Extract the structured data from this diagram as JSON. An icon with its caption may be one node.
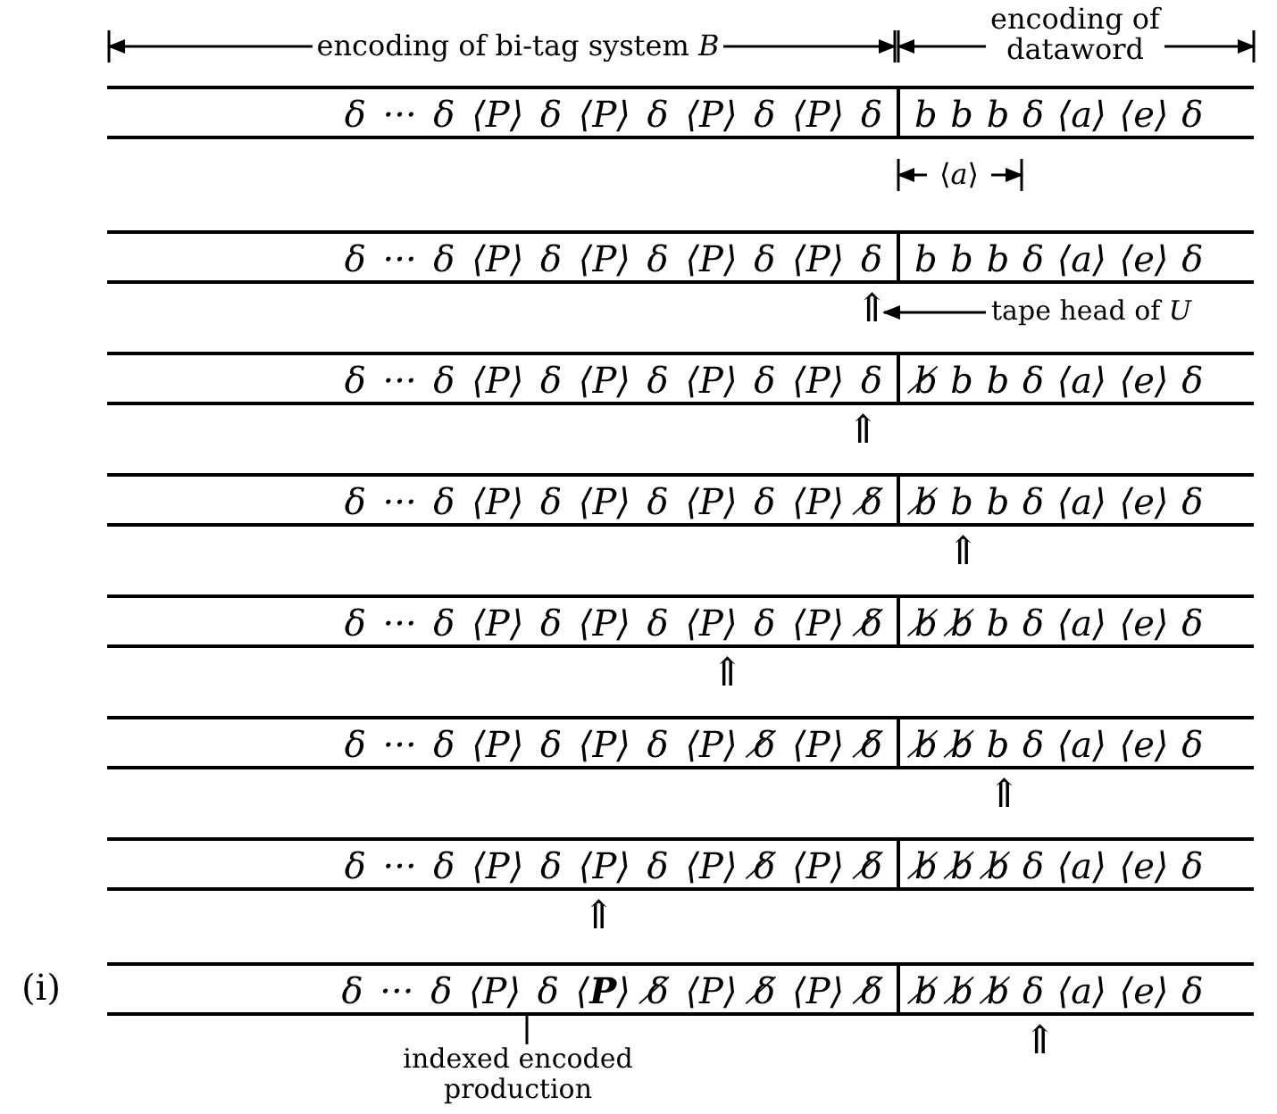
{
  "diagram": {
    "nodes": [
      {
        "text": [
          "δ ··· δ ⟨P⟩ δ ⟨P⟩ δ ⟨P⟩ δ ⟨P⟩ δ",
          "b b b δ ⟨a⟩ ⟨e⟩ δ"
        ]
      },
      {
        "text": [
          "δ ··· δ ⟨P⟩ δ ⟨P⟩ δ ⟨P⟩ δ ⟨P⟩ δ",
          "b b b δ ⟨a⟩ ⟨e⟩ δ"
        ]
      },
      {
        "text": [
          "δ ··· δ ⟨P⟩ δ ⟨P⟩ δ ⟨P⟩ δ ⟨P⟩ δ",
          "b̸ b b δ ⟨a⟩ ⟨e⟩ δ"
        ]
      },
      {
        "text": [
          "δ ··· δ ⟨P⟩ δ ⟨P⟩ δ ⟨P⟩ δ ⟨P⟩ δ̸",
          "b̸ b b δ ⟨a⟩ ⟨e⟩ δ"
        ]
      },
      {
        "text": [
          "δ ··· δ ⟨P⟩ δ ⟨P⟩ δ ⟨P⟩ δ ⟨P⟩ δ̸",
          "b̸ b̸ b δ ⟨a⟩ ⟨e⟩ δ"
        ]
      },
      {
        "text": [
          "δ ··· δ ⟨P⟩ δ ⟨P⟩ δ ⟨P⟩ δ̸ ⟨P⟩ δ̸",
          "b̸ b̸ b δ ⟨a⟩ ⟨e⟩ δ"
        ]
      },
      {
        "text": [
          "δ ··· δ ⟨P⟩ δ ⟨P⟩ δ ⟨P⟩ δ̸ ⟨P⟩ δ̸",
          "b̸ b̸ b̸ δ ⟨a⟩ ⟨e⟩ δ"
        ]
      },
      {
        "text": [
          "δ ··· δ ⟨P⟩ δ ⟨**P**⟩ δ̸ ⟨P⟩ δ̸ ⟨P⟩ δ̸",
          "b̸ b̸ b̸ δ ⟨a⟩ ⟨e⟩ δ"
        ],
        "beside": [
          "(i)"
        ]
      },
      {
        "text": [
          "⇑"
        ]
      },
      {
        "text": [
          "⇑"
        ]
      },
      {
        "text": [
          "⇑"
        ]
      },
      {
        "text": [
          "⇑"
        ]
      },
      {
        "text": [
          "⇑"
        ]
      },
      {
        "text": [
          "⇑"
        ]
      },
      {
        "text": [
          "⇑"
        ]
      },
      {
        "text": [
          "tape head of *U*"
        ]
      },
      {
        "text": [
          "indexed encoded production"
        ]
      }
    ],
    "edges": [
      {
        "from": 15,
        "to": 8,
        "arrow": "to"
      },
      {
        "from": 16,
        "to": 7,
        "arrow": "none"
      }
    ],
    "labels": [
      "encoding of bi-tag system *B*",
      "encoding of dataword",
      "⟨*a*⟩"
    ]
  }
}
